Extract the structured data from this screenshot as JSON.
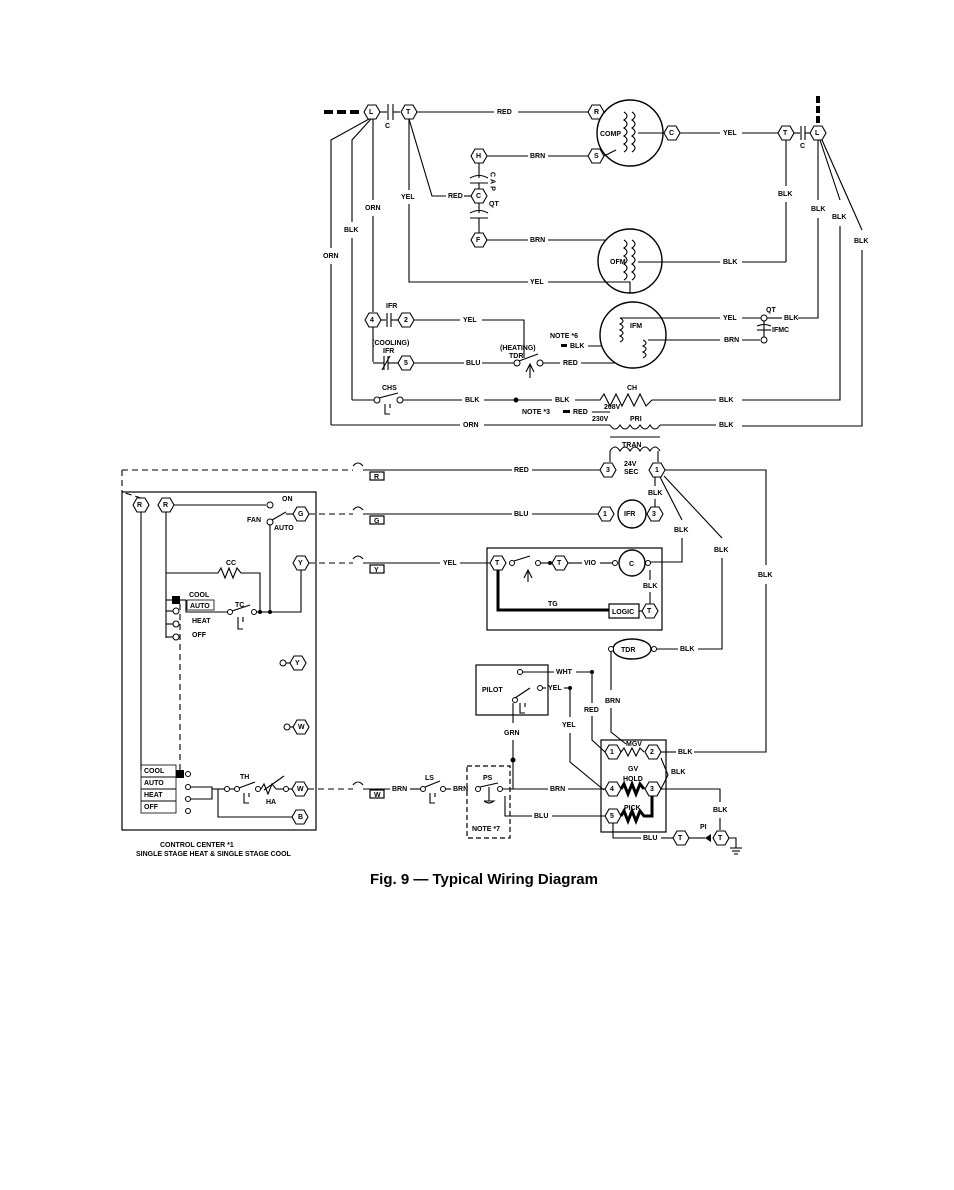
{
  "figure": {
    "caption": "Fig. 9 — Typical Wiring Diagram"
  },
  "labels": {
    "L1": "L",
    "T1": "T",
    "C_top": "C",
    "COMP": "COMP",
    "R": "R",
    "S": "S",
    "C_comp": "C",
    "T2": "T",
    "L2": "L",
    "C2": "C",
    "H": "H",
    "Cc": "C",
    "F": "F",
    "CAP": "CAP",
    "QT": "QT",
    "OFM": "OFM",
    "IFR": "IFR",
    "IFR4": "4",
    "IFR2": "2",
    "IFR5": "5",
    "COOLING": "(COOLING)",
    "IFR_b": "IFR",
    "HEATING": "(HEATING)",
    "TDR": "TDR",
    "NOTE6": "NOTE *6",
    "IFM": "IFM",
    "QT2": "QT",
    "IFMC": "IFMC",
    "CHS": "CHS",
    "CH": "CH",
    "NOTE3": "NOTE *3",
    "V208": "208V",
    "V230": "230V",
    "PRI": "PRI",
    "TRAN": "TRAN",
    "SEC3": "3",
    "SEC1": "1",
    "V24": "24V",
    "SEC": "SEC",
    "RH": "R",
    "RC": "R",
    "ON": "ON",
    "FAN": "FAN",
    "AUTO": "AUTO",
    "G": "G",
    "R_term": "R",
    "G_term": "G",
    "IFR1": "1",
    "IFR_m": "IFR",
    "IFR3": "3",
    "CC": "CC",
    "Y1": "Y",
    "Y_term": "Y",
    "TC_T1": "T",
    "TC_T2": "T",
    "C_cont": "C",
    "COOL": "COOL",
    "AUTO2": "AUTO",
    "TC": "TC",
    "HEAT": "HEAT",
    "OFF": "OFF",
    "TG": "TG",
    "LOGIC": "LOGIC",
    "T3": "T",
    "Y2": "Y",
    "W2": "W",
    "TDR2": "TDR",
    "PILOT": "PILOT",
    "MGV": "MGV",
    "MGV1": "1",
    "MGV2": "2",
    "GV": "GV",
    "HOLD": "HOLD",
    "MGV4": "4",
    "MGV3": "3",
    "PICK": "PICK",
    "MGV5": "5",
    "COOL2": "COOL",
    "AUTO3": "AUTO",
    "HEAT2": "HEAT",
    "OFF2": "OFF",
    "TH": "TH",
    "HA": "HA",
    "W1": "W",
    "B": "B",
    "W_term": "W",
    "LS": "LS",
    "PS": "PS",
    "NOTE7": "NOTE *7",
    "PI": "PI",
    "PI_T1": "T",
    "PI_T2": "T",
    "cc_line1": "CONTROL CENTER *1",
    "cc_line2": "SINGLE STAGE HEAT & SINGLE STAGE COOL"
  },
  "wire_labels": {
    "red1": "RED",
    "yel1": "YEL",
    "brn1": "BRN",
    "red2": "RED",
    "blk1": "BLK",
    "orn1": "ORN",
    "blk2": "BLK",
    "orn2": "ORN",
    "yel2": "YEL",
    "brn2": "BRN",
    "blk3": "BLK",
    "blk4": "BLK",
    "blk5": "BLK",
    "yel3": "YEL",
    "blk6": "BLK",
    "yel4": "YEL",
    "blk7": "BLK",
    "brn3": "BRN",
    "blu1": "BLU",
    "red3": "RED",
    "blk8": "BLK",
    "blk9": "BLK",
    "blk10": "BLK",
    "red4": "RED",
    "orn3": "ORN",
    "blk11": "BLK",
    "red5": "RED",
    "blk12": "BLK",
    "blu2": "BLU",
    "blk13": "BLK",
    "blk14": "BLK",
    "yel5": "YEL",
    "vio": "VIO",
    "blk15": "BLK",
    "blk16": "BLK",
    "blk17": "BLK",
    "wht": "WHT",
    "yel6": "YEL",
    "red6": "RED",
    "brn4": "BRN",
    "yel7": "YEL",
    "grn": "GRN",
    "blk18": "BLK",
    "blk19": "BLK",
    "brn5": "BRN",
    "brn6": "BRN",
    "brn7": "BRN",
    "blu3": "BLU",
    "blk20": "BLK",
    "blu4": "BLU"
  }
}
